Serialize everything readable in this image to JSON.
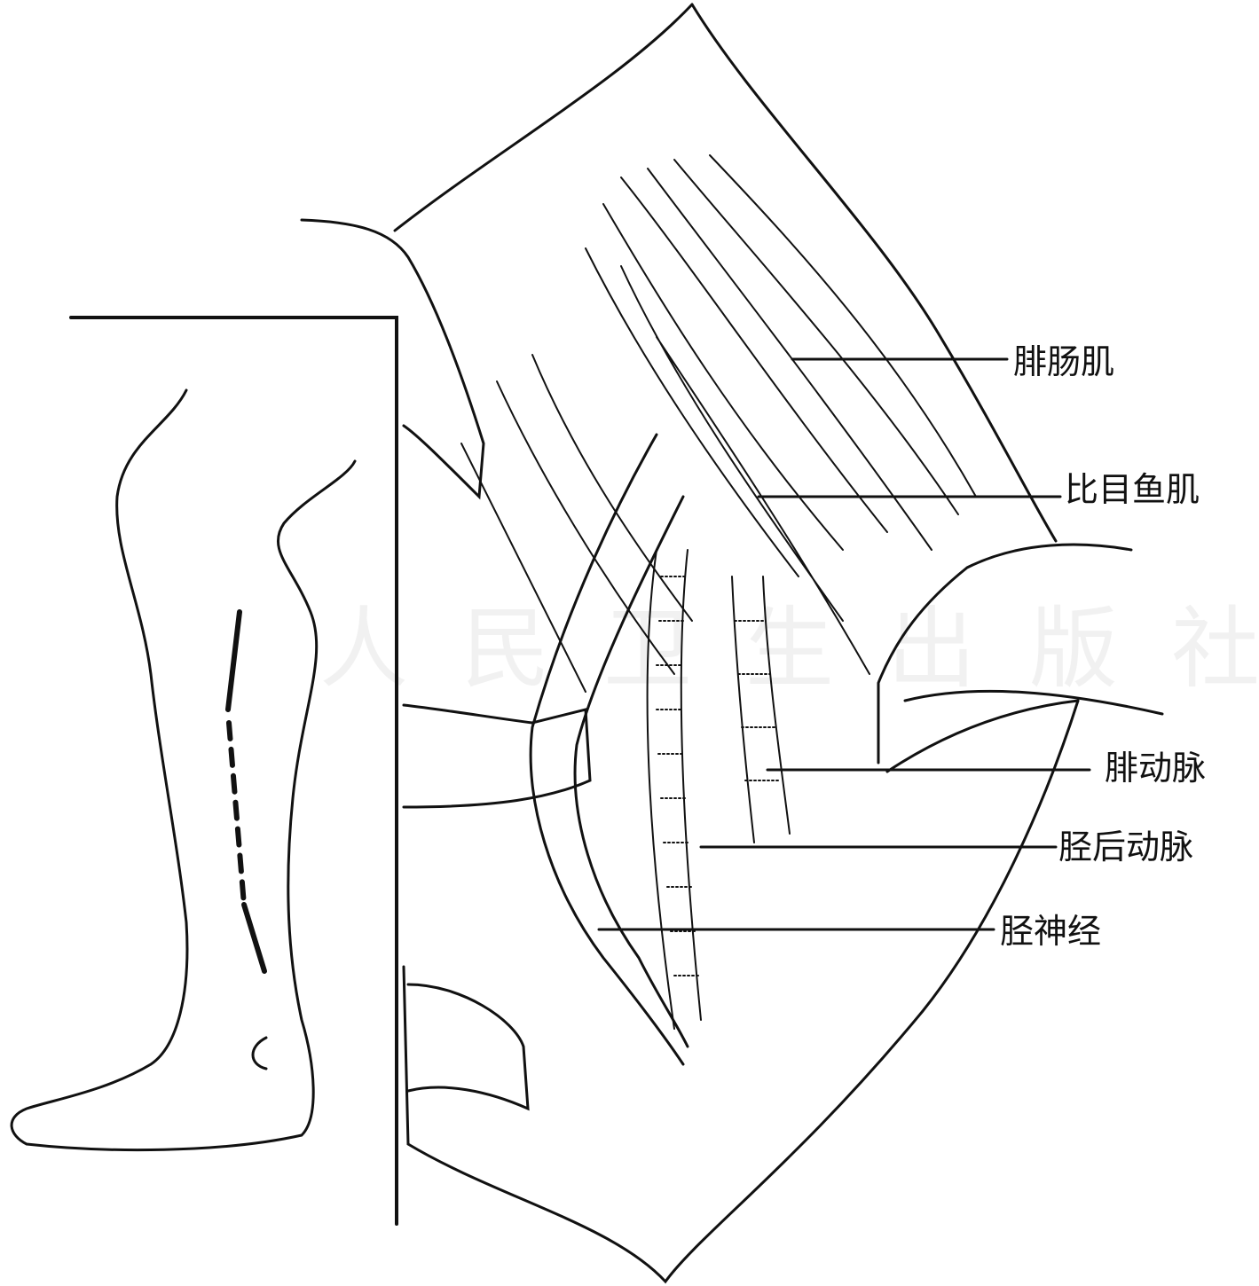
{
  "figure": {
    "labels": {
      "gastrocnemius": "腓肠肌",
      "soleus": "比目鱼肌",
      "peroneal_artery": "腓动脉",
      "posterior_tibial_artery": "胫后动脉",
      "tibial_nerve": "胫神经"
    },
    "watermark": "人民卫生出版社",
    "colors": {
      "ink": "#111111",
      "paper": "#ffffff",
      "watermark": "#6fbfa8"
    }
  }
}
